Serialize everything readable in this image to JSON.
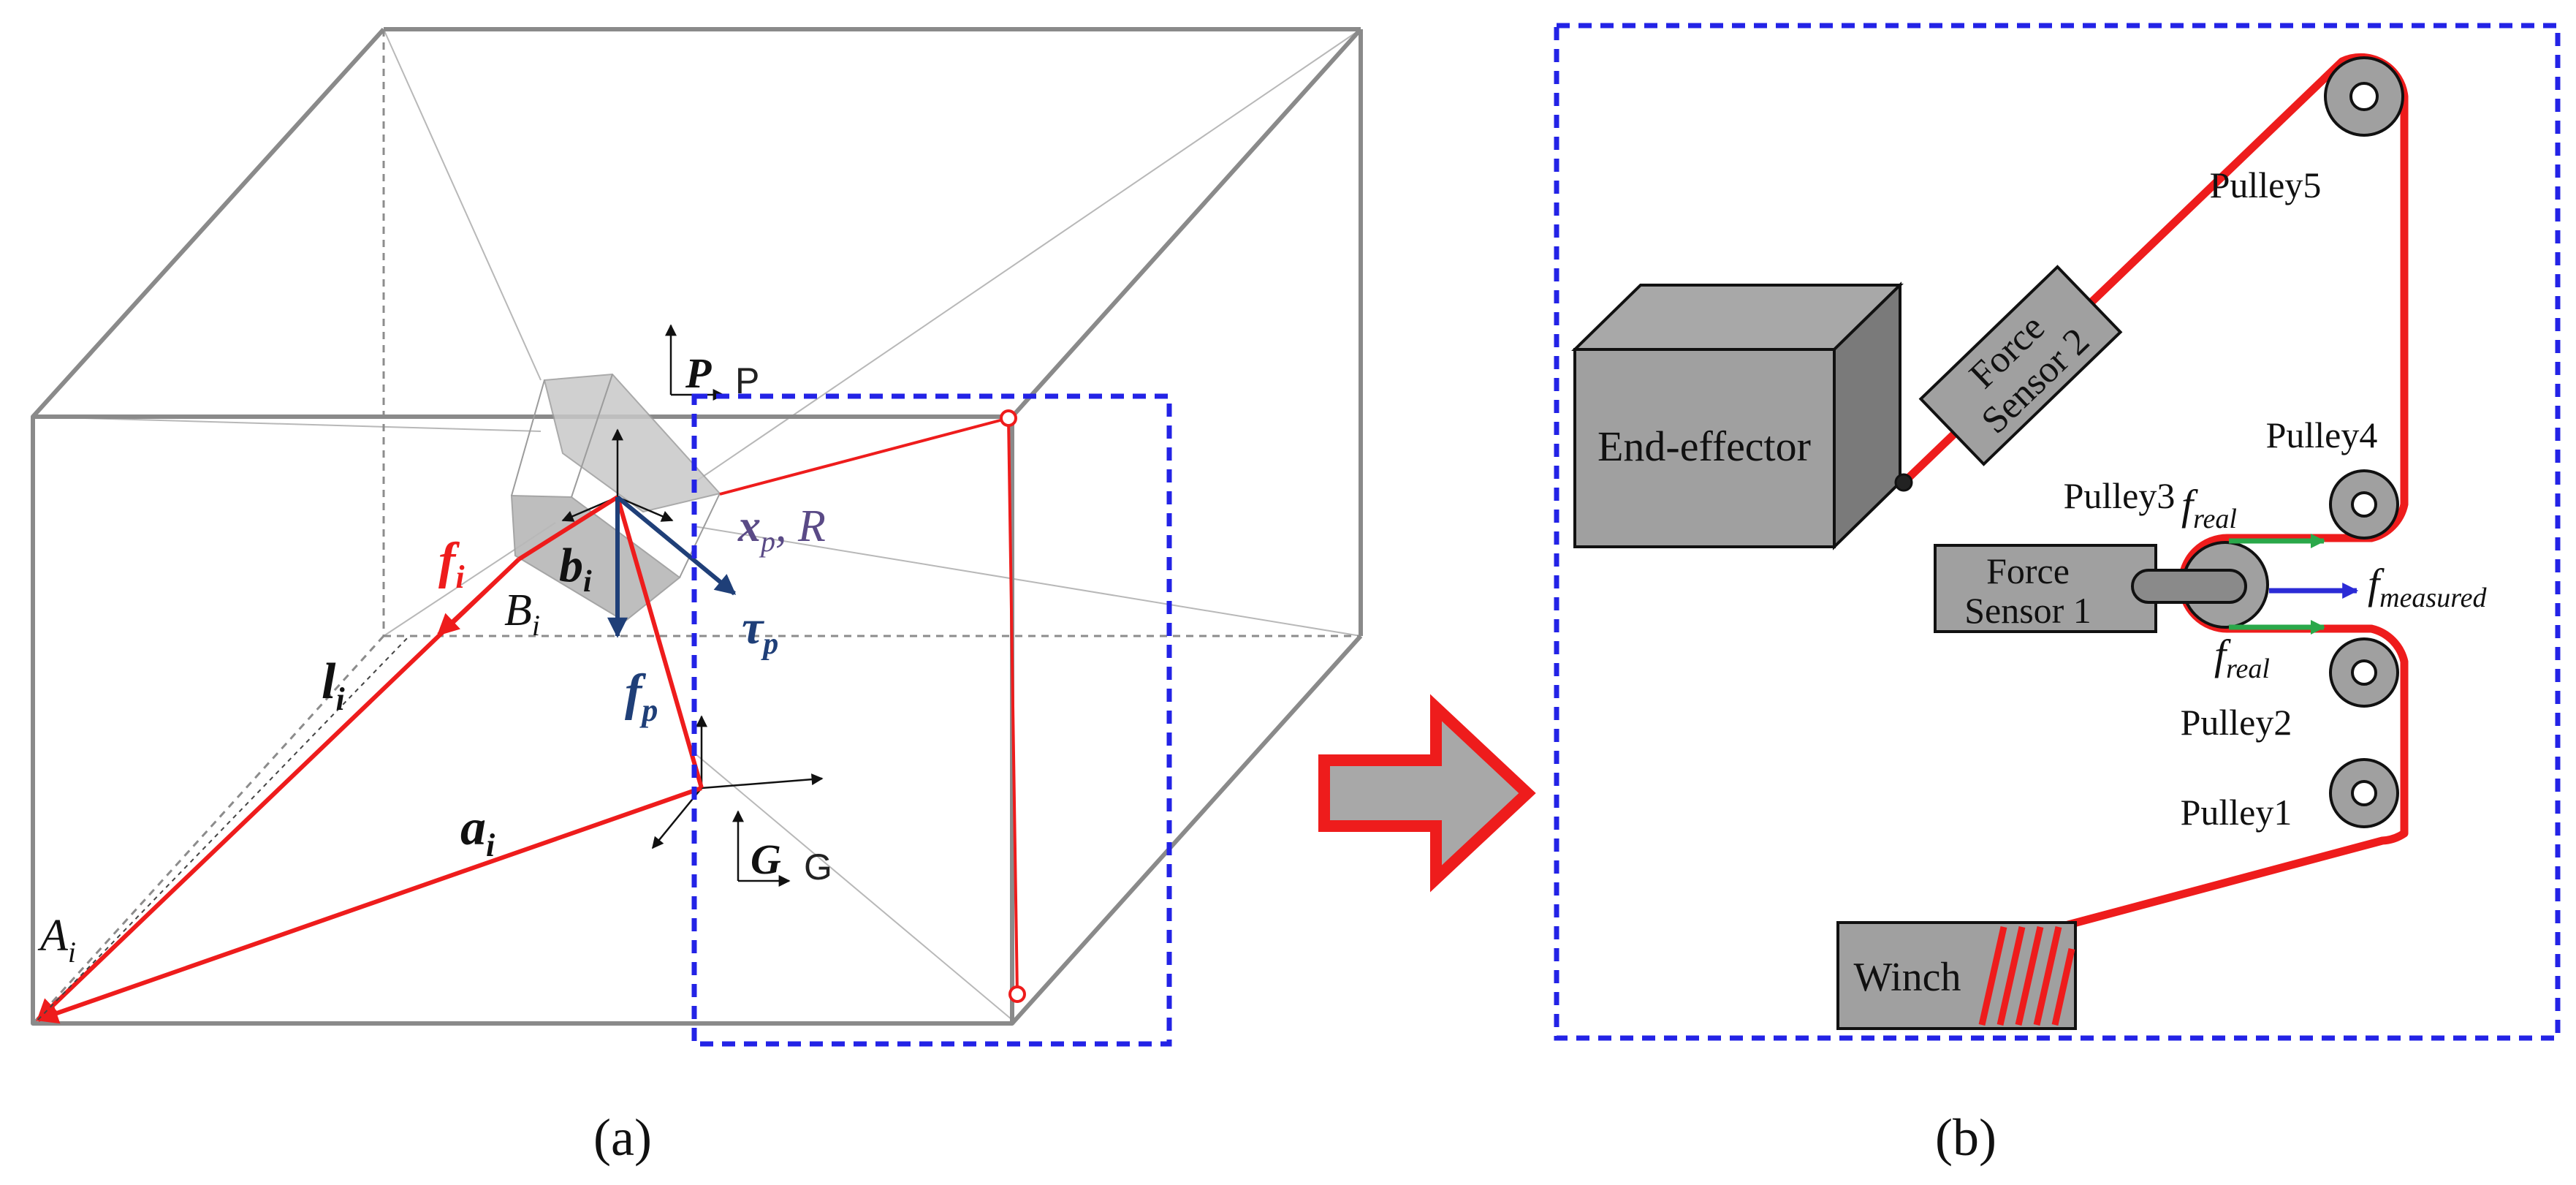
{
  "panel_a": {
    "caption": "(a)",
    "labels": {
      "P": "P",
      "P_roman": "P",
      "x_p": "x",
      "x_p_sub": "p",
      "x_p_rest": ", R",
      "f_i": "f",
      "f_i_sub": "i",
      "b_i": "b",
      "b_i_sub": "i",
      "B_i": "B",
      "B_i_sub": "i",
      "tau_p": "τ",
      "tau_p_sub": "p",
      "l_i": "l",
      "l_i_sub": "i",
      "f_p": "f",
      "f_p_sub": "p",
      "a_i": "a",
      "a_i_sub": "i",
      "G": "G",
      "G_roman": "G",
      "A_i": "A",
      "A_i_sub": "i"
    }
  },
  "panel_b": {
    "caption": "(b)",
    "end_effector": "End-effector",
    "force_sensor_2": [
      "Force",
      "Sensor 2"
    ],
    "force_sensor_1": [
      "Force",
      "Sensor 1"
    ],
    "pulley5": "Pulley5",
    "pulley4": "Pulley4",
    "pulley3": "Pulley3",
    "pulley2": "Pulley2",
    "pulley1": "Pulley1",
    "winch": "Winch",
    "f_real_top": "f",
    "f_real_top_sub": "real",
    "f_real_bottom": "f",
    "f_real_bottom_sub": "real",
    "f_measured": "f",
    "f_measured_sub": "measured"
  },
  "colors": {
    "cable": "#ee1c1c",
    "dashed_box": "#2323e6",
    "frame": "#8a8a8a",
    "force_blue": "#1f3f78",
    "x_p_purple": "#5a4a86",
    "arrow_green": "#2aa84a",
    "arrow_blue": "#2b2bd6",
    "block_gray": "#a0a0a0"
  }
}
